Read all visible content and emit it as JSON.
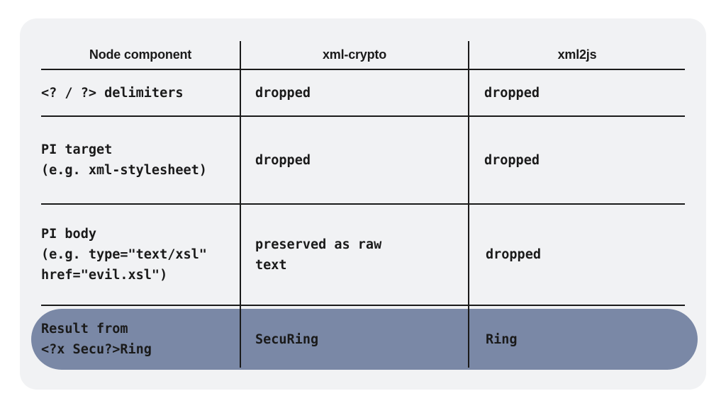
{
  "table": {
    "headers": [
      "Node component",
      "xml-crypto",
      "xml2js"
    ],
    "rows": [
      {
        "component": "<? / ?> delimiters",
        "xml_crypto": "dropped",
        "xml2js": "dropped"
      },
      {
        "component": "PI target\n(e.g. xml-stylesheet)",
        "xml_crypto": "dropped",
        "xml2js": "dropped"
      },
      {
        "component": "PI body\n(e.g. type=\"text/xsl\"\nhref=\"evil.xsl\")",
        "xml_crypto": "preserved as raw\ntext",
        "xml2js": "dropped"
      },
      {
        "component": "Result from\n<?x Secu?>Ring",
        "xml_crypto": "SecuRing",
        "xml2js": "Ring"
      }
    ]
  },
  "colors": {
    "card_background": "#f1f2f4",
    "result_row_highlight": "#7a88a6",
    "grid_lines": "#1a1a1a"
  }
}
